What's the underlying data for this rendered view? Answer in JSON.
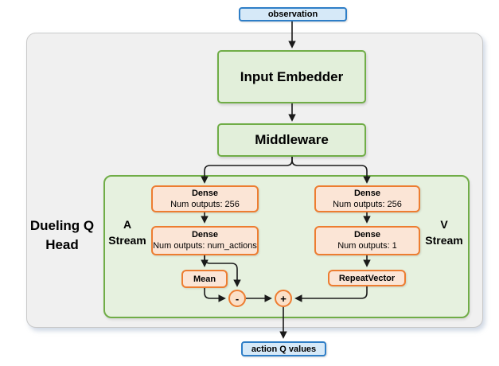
{
  "diagram": {
    "observation": {
      "label": "observation"
    },
    "input_embedder": {
      "label": "Input Embedder"
    },
    "middleware": {
      "label": "Middleware"
    },
    "head": {
      "label_line1": "Dueling Q",
      "label_line2": "Head"
    },
    "a_stream": {
      "label_line1": "A",
      "label_line2": "Stream",
      "dense1": {
        "title": "Dense",
        "subtitle": "Num outputs: 256"
      },
      "dense2": {
        "title": "Dense",
        "subtitle": "Num outputs: num_actions"
      },
      "mean": {
        "label": "Mean"
      },
      "minus_op": {
        "label": "-"
      }
    },
    "v_stream": {
      "label_line1": "V",
      "label_line2": "Stream",
      "dense1": {
        "title": "Dense",
        "subtitle": "Num outputs: 256"
      },
      "dense2": {
        "title": "Dense",
        "subtitle": "Num outputs: 1"
      },
      "repeat_vector": {
        "label": "RepeatVector"
      },
      "plus_op": {
        "label": "+"
      }
    },
    "action_q_values": {
      "label": "action Q values"
    },
    "colors": {
      "green_fill": "#e2efda",
      "green_border": "#70ad47",
      "inner_container_fill": "#e6f1df",
      "orange_fill": "#fbe5d6",
      "orange_circle_fill": "#fbe0c8",
      "orange_border": "#ed7d31",
      "blue_fill": "#d6e9f8",
      "blue_border": "#2e7ec7",
      "outer_container_fill": "#f0f0f0",
      "outer_container_border": "#c9c9c9",
      "arrow": "#1a1a1a",
      "text": "#000000"
    }
  }
}
